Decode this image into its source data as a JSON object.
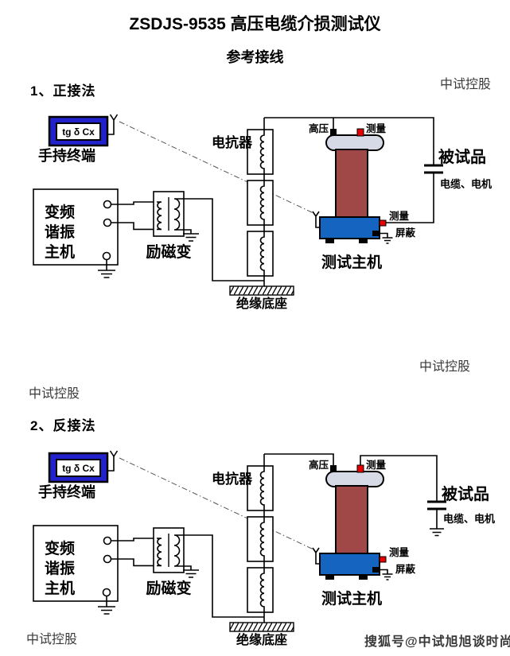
{
  "page": {
    "title": "ZSDJS-9535 高压电缆介损测试仪",
    "subtitle": "参考接线"
  },
  "sections": [
    {
      "heading": "1、正接法"
    },
    {
      "heading": "2、反接法"
    }
  ],
  "watermarks": {
    "brand": "中试控股",
    "sohu_account": "搜狐号@中试旭旭谈时尚"
  },
  "labels": {
    "handheld_screen": "tg δ Cx",
    "handheld_terminal": "手持终端",
    "vf_host_line1": "变频",
    "vf_host_line2": "谐振",
    "vf_host_line3": "主机",
    "excitation_transformer": "励磁变",
    "reactor": "电抗器",
    "insulating_base": "绝缘底座",
    "test_host": "测试主机",
    "high_voltage": "高压",
    "measure": "测量",
    "shield": "屏蔽",
    "test_object": "被试品",
    "test_object_sub": "电缆、电机"
  },
  "colors": {
    "handheld_body": "#2222cc",
    "host_cylinder": "#a04848",
    "host_base": "#1565c0",
    "host_cap": "#d6d9e6",
    "terminal_red": "#e60000",
    "wire": "#000000"
  }
}
